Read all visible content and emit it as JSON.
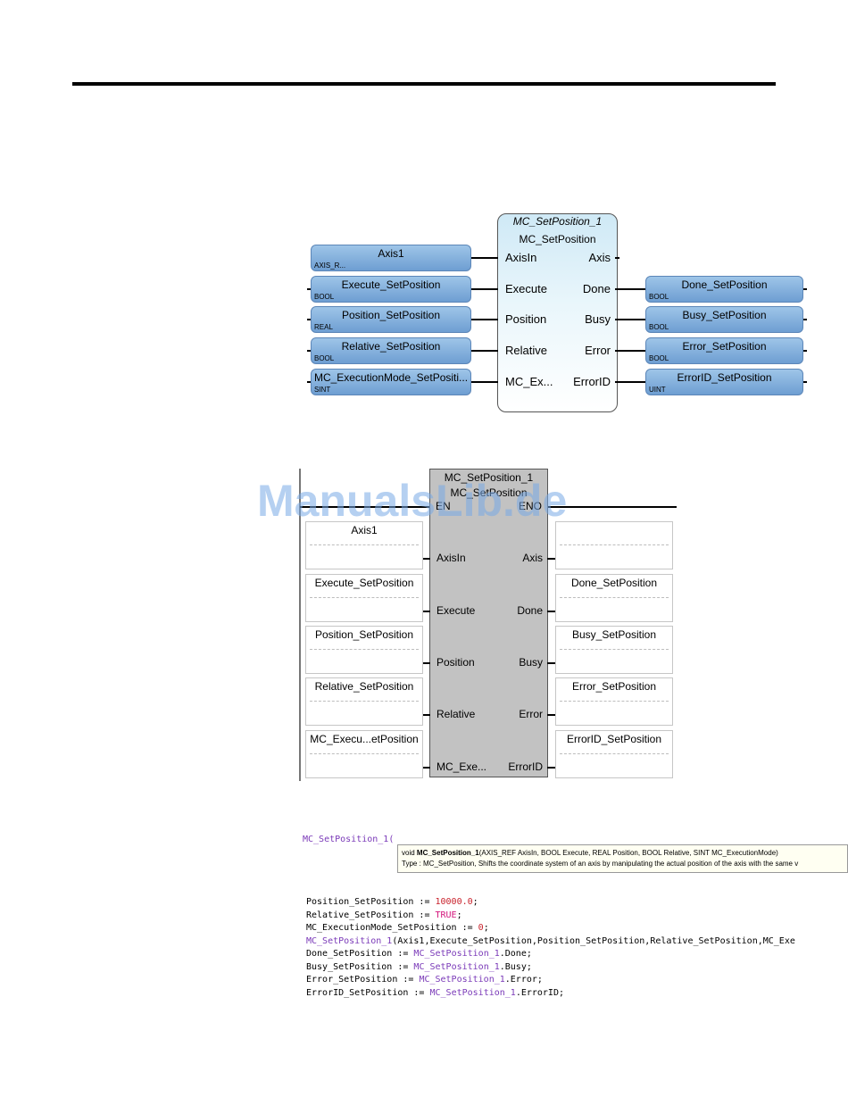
{
  "fbd": {
    "instance": "MC_SetPosition_1",
    "type": "MC_SetPosition",
    "in_pins": [
      "AxisIn",
      "Execute",
      "Position",
      "Relative",
      "MC_Ex..."
    ],
    "out_pins": [
      "Axis",
      "Done",
      "Busy",
      "Error",
      "ErrorID"
    ],
    "in_tags": [
      {
        "name": "Axis1",
        "type": "AXIS_R..."
      },
      {
        "name": "Execute_SetPosition",
        "type": "BOOL"
      },
      {
        "name": "Position_SetPosition",
        "type": "REAL"
      },
      {
        "name": "Relative_SetPosition",
        "type": "BOOL"
      },
      {
        "name": "MC_ExecutionMode_SetPositi...",
        "type": "SINT"
      }
    ],
    "out_tags": [
      {
        "name": "Done_SetPosition",
        "type": "BOOL"
      },
      {
        "name": "Busy_SetPosition",
        "type": "BOOL"
      },
      {
        "name": "Error_SetPosition",
        "type": "BOOL"
      },
      {
        "name": "ErrorID_SetPosition",
        "type": "UINT"
      }
    ]
  },
  "ld": {
    "instance": "MC_SetPosition_1",
    "type": "MC_SetPosition",
    "en": "EN",
    "eno": "ENO",
    "in_pins": [
      "AxisIn",
      "Execute",
      "Position",
      "Relative",
      "MC_Exe..."
    ],
    "out_pins": [
      "Axis",
      "Done",
      "Busy",
      "Error",
      "ErrorID"
    ],
    "in_boxes": [
      "Axis1",
      "Execute_SetPosition",
      "Position_SetPosition",
      "Relative_SetPosition",
      "MC_Execu...etPosition"
    ],
    "out_boxes": [
      "",
      "Done_SetPosition",
      "Busy_SetPosition",
      "Error_SetPosition",
      "ErrorID_SetPosition"
    ]
  },
  "watermark": "ManualsLib.de",
  "code": {
    "header": "MC_SetPosition_1(",
    "tooltip_prefix": "void ",
    "tooltip_name": "MC_SetPosition_1",
    "tooltip_sig": "(AXIS_REF AxisIn, BOOL Execute, REAL Position, BOOL Relative, SINT MC_ExecutionMode)",
    "tooltip_desc": "Type : MC_SetPosition, Shifts the coordinate system of an axis by manipulating the actual position of the axis with the same v",
    "lines": [
      [
        {
          "t": "Position_SetPosition := ",
          "c": ""
        },
        {
          "t": "10000.0",
          "c": "num"
        },
        {
          "t": ";",
          "c": ""
        }
      ],
      [
        {
          "t": "Relative_SetPosition := ",
          "c": ""
        },
        {
          "t": "TRUE",
          "c": "kw"
        },
        {
          "t": ";",
          "c": ""
        }
      ],
      [
        {
          "t": "MC_ExecutionMode_SetPosition := ",
          "c": ""
        },
        {
          "t": "0",
          "c": "num"
        },
        {
          "t": ";",
          "c": ""
        }
      ],
      [
        {
          "t": "MC_SetPosition_1",
          "c": "fb"
        },
        {
          "t": "(Axis1,Execute_SetPosition,Position_SetPosition,Relative_SetPosition,MC_Exe",
          "c": ""
        }
      ],
      [
        {
          "t": "Done_SetPosition := ",
          "c": ""
        },
        {
          "t": "MC_SetPosition_1",
          "c": "fb"
        },
        {
          "t": ".Done;",
          "c": ""
        }
      ],
      [
        {
          "t": "Busy_SetPosition := ",
          "c": ""
        },
        {
          "t": "MC_SetPosition_1",
          "c": "fb"
        },
        {
          "t": ".Busy;",
          "c": ""
        }
      ],
      [
        {
          "t": "Error_SetPosition := ",
          "c": ""
        },
        {
          "t": "MC_SetPosition_1",
          "c": "fb"
        },
        {
          "t": ".Error;",
          "c": ""
        }
      ],
      [
        {
          "t": "ErrorID_SetPosition := ",
          "c": ""
        },
        {
          "t": "MC_SetPosition_1",
          "c": "fb"
        },
        {
          "t": ".ErrorID;",
          "c": ""
        }
      ]
    ]
  }
}
